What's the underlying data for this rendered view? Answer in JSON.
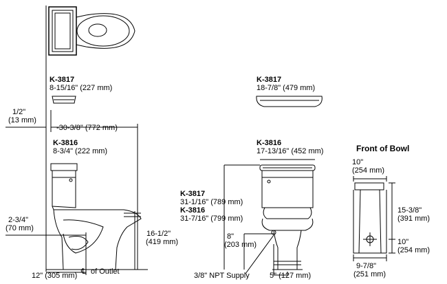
{
  "top_view": {
    "model_a": "K-3817",
    "dim_a": "8-15/16\" (227 mm)",
    "model_b": "K-3816",
    "dim_b": "8-3/4\" (222 mm)"
  },
  "side_view": {
    "wall_offset": "1/2\"",
    "wall_offset_mm": "(13 mm)",
    "depth": "-30-3/8\" (772 mm)",
    "outlet_height": "2-3/4\"",
    "outlet_height_mm": "(70 mm)",
    "rim_height": "16-1/2\"",
    "rim_height_mm": "(419 mm)",
    "rough_in": "12\" (305 mm)",
    "outlet_label": "of Outlet",
    "outlet_symbol": "℄"
  },
  "front_view": {
    "model_a": "K-3817",
    "width_a": "18-7/8\" (479 mm)",
    "model_b": "K-3816",
    "width_b": "17-13/16\" (452 mm)",
    "height_a_model": "K-3817",
    "height_a": "31-1/16\" (789 mm)",
    "height_b_model": "K-3816",
    "height_b": "31-7/16\" (799 mm)",
    "supply_height": "8\"",
    "supply_height_mm": "(203 mm)",
    "supply_label": "3/8\" NPT Supply",
    "supply_offset": "5\" (127 mm)"
  },
  "bowl_front": {
    "title": "Front of Bowl",
    "top_width": "10\"",
    "top_width_mm": "(254 mm)",
    "height": "15-3/8\"",
    "height_mm": "(391 mm)",
    "lower_height": "10\"",
    "lower_height_mm": "(254 mm)",
    "base_width": "9-7/8\"",
    "base_width_mm": "(251 mm)"
  }
}
